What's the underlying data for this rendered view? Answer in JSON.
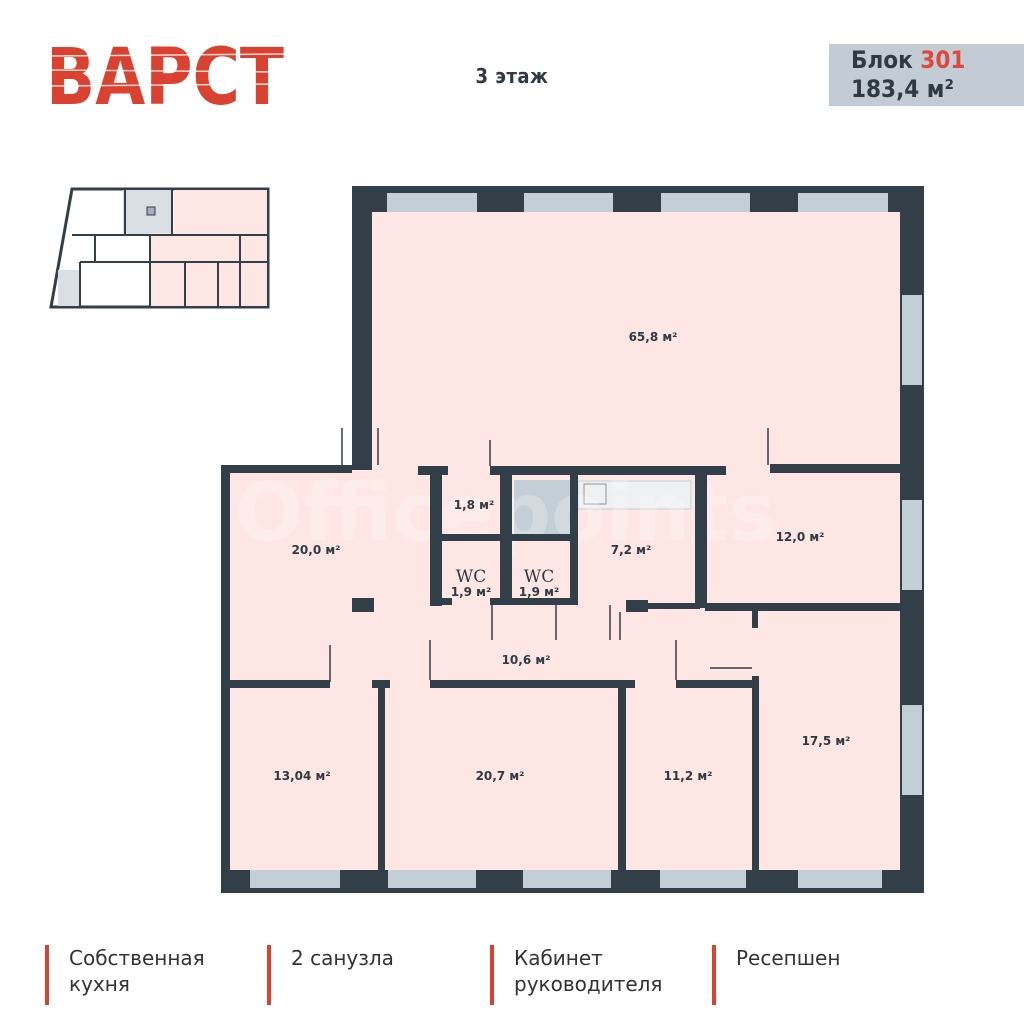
{
  "header": {
    "logo": "ВАРСТ",
    "floor": "3 этаж",
    "block_label": "Блок",
    "block_number": "301",
    "block_area": "183,4 м²"
  },
  "colors": {
    "accent": "#d94130",
    "wall": "#333f48",
    "floor": "#fde6e3",
    "window": "#c4ced6",
    "panel": "#c3ccd4"
  },
  "watermark": "Officepoints",
  "rooms": {
    "main_hall": "65,8 м²",
    "storage": "1,8 м²",
    "wc_label": "WC",
    "wc1": "1,9 м²",
    "wc2": "1,9 м²",
    "kitchen": "7,2 м²",
    "office_12": "12,0 м²",
    "reception": "20,0 м²",
    "corridor": "10,6 м²",
    "office_13": "13,04 м²",
    "office_20_7": "20,7 м²",
    "office_11": "11,2 м²",
    "office_17": "17,5 м²"
  },
  "features": [
    "Собственная кухня",
    "2 санузла",
    "Кабинет руководителя",
    "Ресепшен"
  ]
}
